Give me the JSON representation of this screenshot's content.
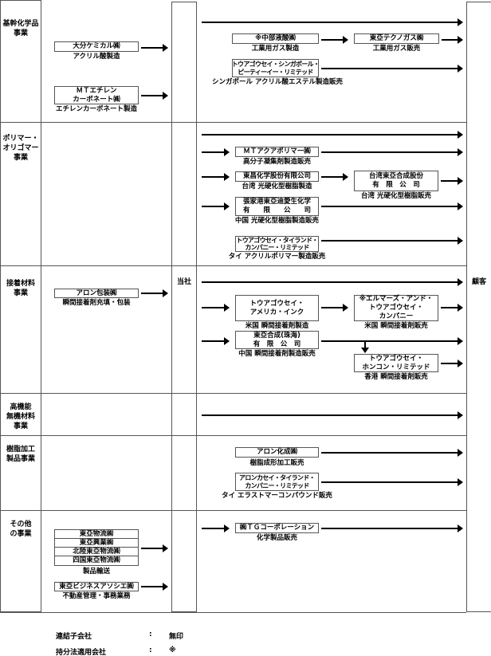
{
  "company_label": "当社",
  "customer_label": "顧客",
  "segments": [
    {
      "label": "基幹化学品\n事業",
      "suppliers": [
        {
          "name": "大分ケミカル㈱",
          "desc": "アクリル酸製造"
        },
        {
          "name": "ＭＴエチレン\nカーボネート㈱",
          "desc": "エチレンカーボネート製造"
        }
      ],
      "affiliates": [
        {
          "name": "※中部液酸㈱",
          "desc": "工業用ガス製造"
        },
        {
          "name": "東亞テクノガス㈱",
          "desc": "工業用ガス販売"
        },
        {
          "name": "トウアゴウセイ・シンガポール・\nピーティーイー・リミテッド",
          "desc": "シンガポール アクリル酸エステル製造販売"
        }
      ]
    },
    {
      "label": "ポリマー・\nオリゴマー\n事業",
      "affiliates": [
        {
          "name": "ＭＴアクアポリマー㈱",
          "desc": "高分子凝集剤製造販売"
        },
        {
          "name": "東昌化学股份有限公司",
          "desc": "台湾 光硬化型樹脂製造"
        },
        {
          "name": "台湾東亞合成股份\n有　限　公　司",
          "desc": "台湾 光硬化型樹脂販売"
        },
        {
          "name": "張家港東亞迪愛生化学\n有　　限　　公　　司",
          "desc": "中国 光硬化型樹脂製造販売"
        },
        {
          "name": "トウアゴウセイ・タイランド・\nカンパニー・リミテッド",
          "desc": "タイ アクリルポリマー製造販売"
        }
      ]
    },
    {
      "label": "接着材料\n事業",
      "suppliers": [
        {
          "name": "アロン包装㈱",
          "desc": "瞬間接着剤充填・包装"
        }
      ],
      "affiliates": [
        {
          "name": "トウアゴウセイ・\nアメリカ・インク",
          "desc": "米国 瞬間接着剤製造"
        },
        {
          "name": "※エルマーズ・アンド・\nトウアゴウセイ・\nカンパニー",
          "desc": "米国 瞬間接着剤販売"
        },
        {
          "name": "東亞合成(珠海)\n有　限　公　司",
          "desc": "中国 瞬間接着剤製造販売"
        },
        {
          "name": "トウアゴウセイ・\nホンコン・リミテッド",
          "desc": "香港 瞬間接着剤販売"
        }
      ]
    },
    {
      "label": "高機能\n無機材料\n事業"
    },
    {
      "label": "樹脂加工\n製品事業",
      "affiliates": [
        {
          "name": "アロン化成㈱",
          "desc": "樹脂成形加工販売"
        },
        {
          "name": "アロンカセイ・タイランド・\nカンパニー・リミテッド",
          "desc": "タイ エラストマーコンパウンド販売"
        }
      ]
    },
    {
      "label": "その他\nの事業",
      "suppliers": [
        {
          "names": [
            "東亞物流㈱",
            "東亞興業㈱",
            "北陸東亞物流㈱",
            "四国東亞物流㈱"
          ],
          "desc": "製品輸送"
        },
        {
          "name": "東亞ビジネスアソシエ㈱",
          "desc": "不動産管理・事務業務"
        }
      ],
      "affiliates": [
        {
          "name": "㈱ＴＧコーポレーション",
          "desc": "化学製品販売"
        }
      ]
    }
  ],
  "legend": [
    {
      "label": "連結子会社",
      "sep": ":",
      "mark": "無印"
    },
    {
      "label": "持分法適用会社",
      "sep": ":",
      "mark": "※"
    }
  ]
}
